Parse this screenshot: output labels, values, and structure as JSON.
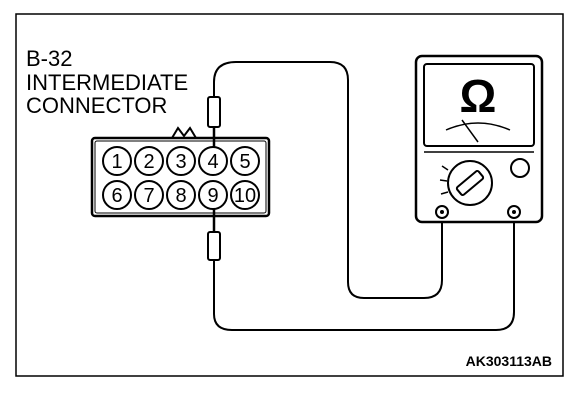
{
  "connector": {
    "id": "B-32",
    "name_line1": "INTERMEDIATE",
    "name_line2": "CONNECTOR",
    "pins_top": [
      "1",
      "2",
      "3",
      "4",
      "5"
    ],
    "pins_bottom": [
      "6",
      "7",
      "8",
      "9",
      "10"
    ]
  },
  "meter": {
    "symbol": "Ω"
  },
  "figure_code": "AK303113AB",
  "colors": {
    "line": "#000000",
    "background": "#ffffff"
  },
  "icons": [
    "connector-icon",
    "multimeter-icon",
    "probe-icon"
  ]
}
